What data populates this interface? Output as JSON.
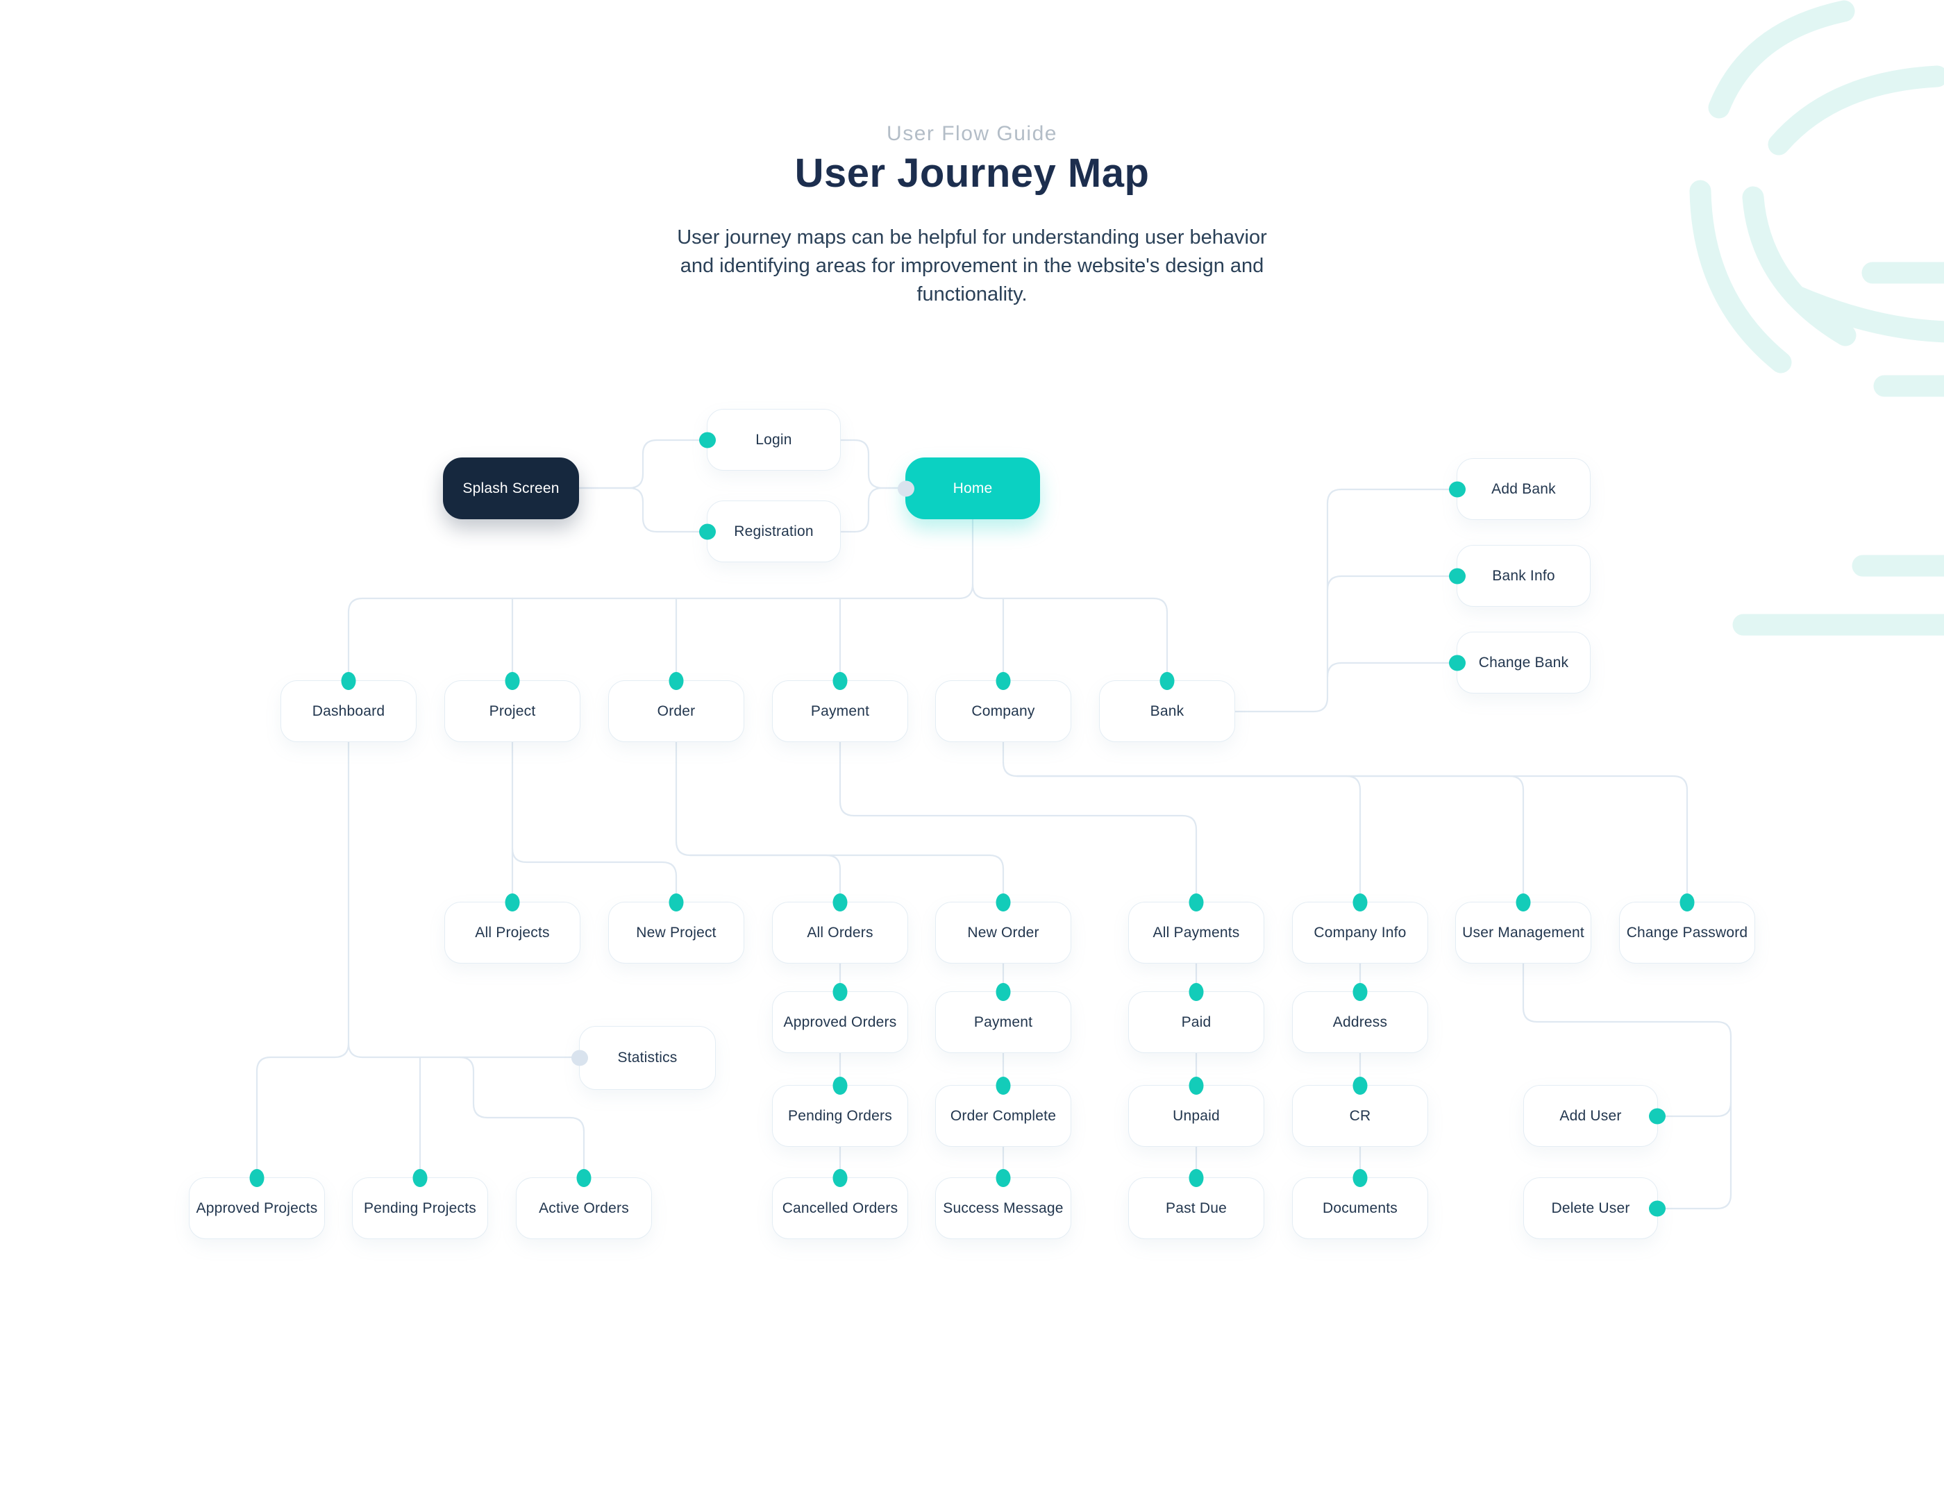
{
  "header": {
    "eyebrow": "User Flow Guide",
    "title": "User Journey Map",
    "description": "User journey maps can be helpful for understanding user behavior and identifying areas for improvement in the website's design and functionality."
  },
  "nodes": [
    {
      "id": "splash-screen",
      "label": "Splash Screen"
    },
    {
      "id": "login",
      "label": "Login"
    },
    {
      "id": "registration",
      "label": "Registration"
    },
    {
      "id": "home",
      "label": "Home"
    },
    {
      "id": "dashboard",
      "label": "Dashboard"
    },
    {
      "id": "project",
      "label": "Project"
    },
    {
      "id": "order",
      "label": "Order"
    },
    {
      "id": "payment",
      "label": "Payment"
    },
    {
      "id": "company",
      "label": "Company"
    },
    {
      "id": "bank",
      "label": "Bank"
    },
    {
      "id": "add-bank",
      "label": "Add Bank"
    },
    {
      "id": "bank-info",
      "label": "Bank Info"
    },
    {
      "id": "change-bank",
      "label": "Change Bank"
    },
    {
      "id": "all-projects",
      "label": "All Projects"
    },
    {
      "id": "new-project",
      "label": "New Project"
    },
    {
      "id": "all-orders",
      "label": "All Orders"
    },
    {
      "id": "new-order",
      "label": "New Order"
    },
    {
      "id": "all-payments",
      "label": "All Payments"
    },
    {
      "id": "company-info",
      "label": "Company Info"
    },
    {
      "id": "user-management",
      "label": "User Management"
    },
    {
      "id": "change-password",
      "label": "Change Password"
    },
    {
      "id": "approved-orders",
      "label": "Approved Orders"
    },
    {
      "id": "payment-step",
      "label": "Payment"
    },
    {
      "id": "paid",
      "label": "Paid"
    },
    {
      "id": "address",
      "label": "Address"
    },
    {
      "id": "statistics",
      "label": "Statistics"
    },
    {
      "id": "pending-orders",
      "label": "Pending Orders"
    },
    {
      "id": "order-complete",
      "label": "Order Complete"
    },
    {
      "id": "unpaid",
      "label": "Unpaid"
    },
    {
      "id": "cr",
      "label": "CR"
    },
    {
      "id": "add-user",
      "label": "Add User"
    },
    {
      "id": "approved-projects",
      "label": "Approved Projects"
    },
    {
      "id": "pending-projects",
      "label": "Pending Projects"
    },
    {
      "id": "active-orders",
      "label": "Active Orders"
    },
    {
      "id": "cancelled-orders",
      "label": "Cancelled Orders"
    },
    {
      "id": "success-message",
      "label": "Success Message"
    },
    {
      "id": "past-due",
      "label": "Past Due"
    },
    {
      "id": "documents",
      "label": "Documents"
    },
    {
      "id": "delete-user",
      "label": "Delete User"
    }
  ],
  "colors": {
    "accent_teal": "#0bd1c2",
    "dark_navy": "#16283e",
    "dot_teal": "#13ccb9",
    "dot_light": "#d9e3ee",
    "connector_line": "#dfe8f1",
    "decorative_mint": "#e1f6f3"
  }
}
